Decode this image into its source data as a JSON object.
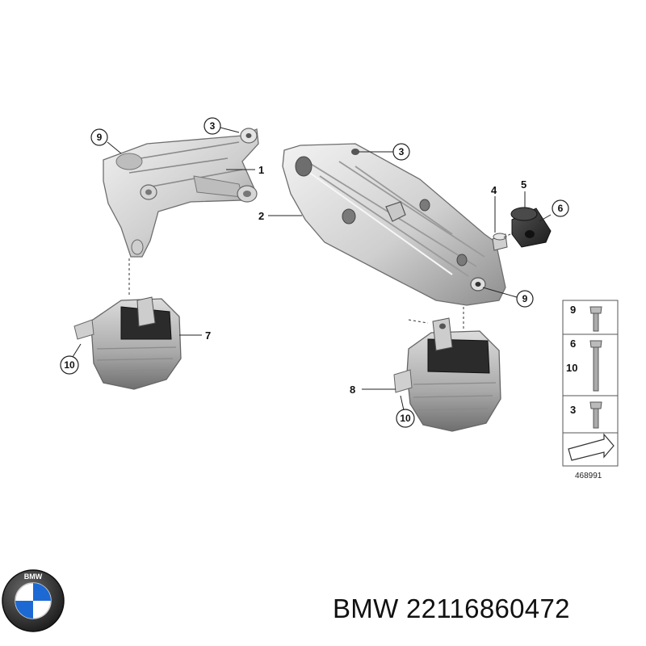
{
  "diagram": {
    "parts": {
      "engine_support_bracket": "1",
      "gearbox_bracket": "2",
      "bolt_3": "3",
      "spacer": "4",
      "rubber_buffer": "5",
      "bolt_6": "6",
      "engine_mount_left": "7",
      "engine_mount_right": "8",
      "bolt_9": "9",
      "nut_10": "10"
    },
    "callouts": {
      "c9_top": "9",
      "c3_top": "3",
      "c1": "1",
      "c3_right": "3",
      "c2": "2",
      "c5": "5",
      "c4": "4",
      "c6": "6",
      "c9_bracket": "9",
      "c7": "7",
      "c10_left": "10",
      "c8": "8",
      "c10_right": "10"
    },
    "legend": {
      "row1_label": "9",
      "row2_label_a": "6",
      "row2_label_b": "10",
      "row3_label": "3",
      "reference_number": "468991"
    }
  },
  "brand": {
    "logo_letters": "BMW",
    "part_number_text": "BMW 22116860472"
  },
  "colors": {
    "part_light": "#e6e6e6",
    "part_mid": "#c4c4c4",
    "part_dark": "#6e6e6e",
    "rubber_dark": "#2a2a2a",
    "logo_blue": "#1c69d4",
    "logo_ring": "#111111"
  }
}
